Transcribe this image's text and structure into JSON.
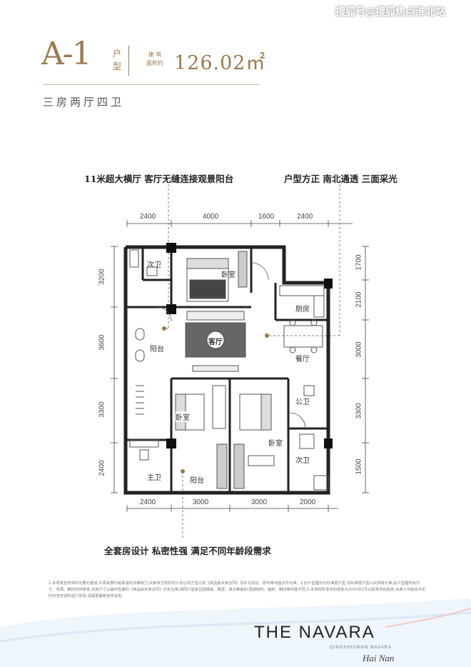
{
  "watermark": "搜狐号@搜狐焦点淮北站",
  "unit": {
    "model": "A-1",
    "type_label": [
      "户",
      "型"
    ],
    "area_label_line1": "建 筑",
    "area_label_line2": "面积约",
    "area": "126.02㎡",
    "rooms": "三房两厅四卫"
  },
  "highlights": {
    "left": "11米超大横厅  客厅无缝连接观景阳台",
    "right": "户型方正 南北通透 三面采光",
    "bottom": "全套房设计 私密性强  满足不同年龄段需求"
  },
  "dimensions": {
    "top": [
      "2400",
      "4000",
      "1600",
      "2400"
    ],
    "bottom": [
      "2400",
      "3000",
      "3000",
      "2000"
    ],
    "left": [
      "3200",
      "3600",
      "3300",
      "2400"
    ],
    "right": [
      "1700",
      "2100",
      "3000",
      "3300",
      "1500"
    ]
  },
  "rooms": {
    "bath2": "次卫",
    "bedroom1": "卧室",
    "kitchen": "厨房",
    "living": "客厅",
    "dining": "餐厅",
    "balcony1": "阳台",
    "bedroom2": "卧室",
    "bedroom3": "卧室",
    "public_bath": "公卫",
    "bath3": "次卫",
    "master_bath": "主卫",
    "balcony2": "阳台"
  },
  "disclaimer": "1.本项目宣传资料为要约邀请,不具有要约或承诺的法律效力;买卖双方的权利义务以双方签订的《商品房买卖合同》及补充协议、附件等书面文件为准。2.此户型图仅为标准层户型,非标准层户型以实体楼为准;此户型图所标尺寸、布局、朝向仅供参考,交房尺寸以最终签署的《商品房买卖合同》约定为准,相同户型单位因楼栋、楼层、单元等差别,局部结构、面积、朝向等可能不同;3.本资料所发布的信息为2025年2月以前发布的信息,出卖人可能会不定时对宣传资料进行修改,请留意最新宣传信息。",
  "brand": {
    "name": "THE NAVARA",
    "sub": "QINGSHUIWAN NAVARA",
    "city": "Hai Nan"
  },
  "colors": {
    "accent": "#9b7a4f",
    "wall": "#222222",
    "furniture": "#555555"
  }
}
